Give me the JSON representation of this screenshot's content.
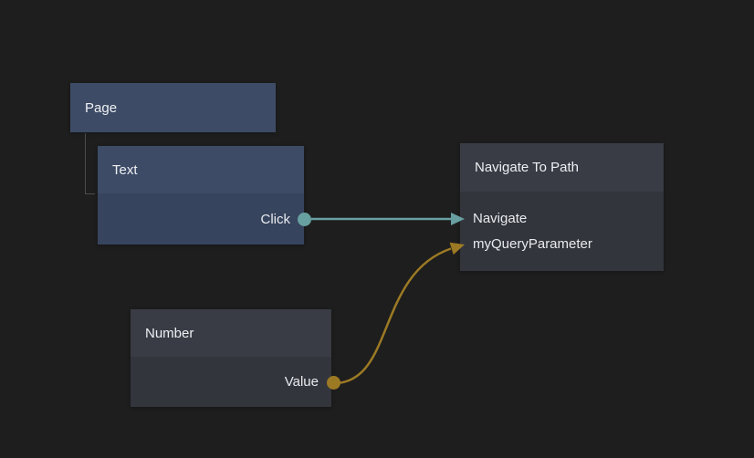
{
  "editor": {
    "background": "#1e1e1e",
    "colors": {
      "blue_node_header": "#3d4b66",
      "blue_node_body": "#37445e",
      "gray_node_header": "#393c45",
      "gray_node_body": "#33353d",
      "signal_teal": "#68a0a1",
      "value_gold": "#9c7a24",
      "tree_line": "#4b4b4b",
      "label_text": "#eef0f3"
    }
  },
  "nodes": [
    {
      "id": "page",
      "title": "Page",
      "kind": "visual"
    },
    {
      "id": "text",
      "title": "Text",
      "kind": "visual",
      "outputs": [
        {
          "label": "Click",
          "color": "#68a0a1"
        }
      ]
    },
    {
      "id": "navigate-to-path",
      "title": "Navigate To Path",
      "kind": "logic",
      "inputs": [
        {
          "label": "Navigate",
          "color": "#68a0a1"
        },
        {
          "label": "myQueryParameter",
          "color": "#9c7a24"
        }
      ]
    },
    {
      "id": "number",
      "title": "Number",
      "kind": "logic",
      "outputs": [
        {
          "label": "Value",
          "color": "#9c7a24"
        }
      ]
    }
  ],
  "connections": [
    {
      "from": "Text.Click",
      "to": "Navigate To Path.Navigate",
      "color": "#68a0a1",
      "style": "straight"
    },
    {
      "from": "Number.Value",
      "to": "Navigate To Path.myQueryParameter",
      "color": "#9c7a24",
      "style": "curved"
    }
  ],
  "hierarchy": [
    {
      "parent": "Page",
      "child": "Text"
    }
  ]
}
